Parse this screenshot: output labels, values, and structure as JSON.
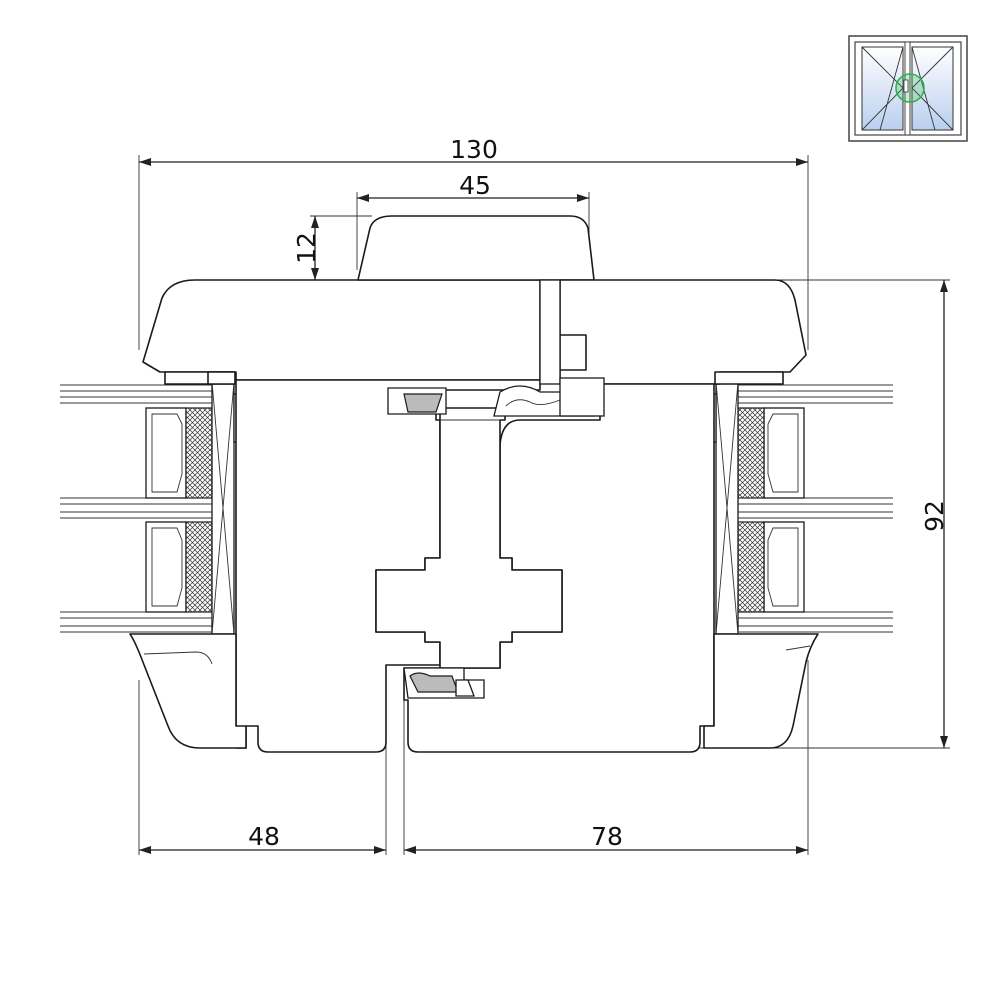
{
  "dimensions": {
    "overall_width": "130",
    "sash_overlap_width": "45",
    "overlap_height": "12",
    "overall_height": "92",
    "left_width": "48",
    "right_width": "78"
  },
  "thumbnail": {
    "icon": "double-casement-window-icon",
    "highlight_color": "#2db34a",
    "glass_color": "#b9cfef"
  }
}
